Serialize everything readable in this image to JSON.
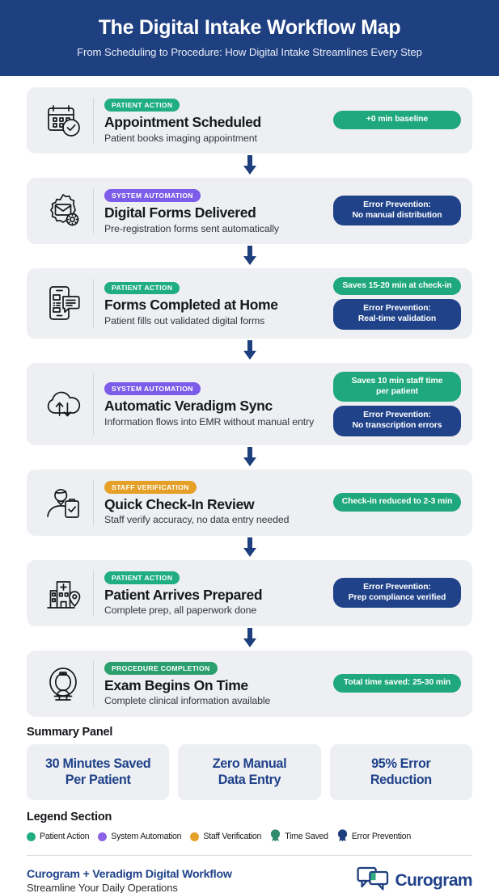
{
  "header": {
    "title": "The Digital Intake Workflow Map",
    "subtitle": "From Scheduling to Procedure: How Digital Intake Streamlines Every Step"
  },
  "colors": {
    "header_bg": "#1E3F80",
    "card_bg": "#EDEFF3",
    "patient_action": "#1FAD81",
    "system_automation": "#7C5CE8",
    "staff_verification": "#E5A028",
    "procedure_completion": "#2BA06E",
    "time_saved": "#1FA87C",
    "error_prevention": "#1F4289",
    "arrow": "#1E3F7D"
  },
  "steps": [
    {
      "icon": "calendar-check-icon",
      "category": "PATIENT ACTION",
      "category_color": "#1FAD81",
      "title": "Appointment Scheduled",
      "subtitle": "Patient books imaging appointment",
      "badges": [
        {
          "kind": "time",
          "text": "+0 min baseline"
        }
      ]
    },
    {
      "icon": "gear-envelope-icon",
      "category": "SYSTEM AUTOMATION",
      "category_color": "#7C5CE8",
      "title": "Digital Forms Delivered",
      "subtitle": "Pre-registration forms sent automatically",
      "badges": [
        {
          "kind": "error",
          "text": "Error Prevention:\nNo manual distribution"
        }
      ]
    },
    {
      "icon": "mobile-form-icon",
      "category": "PATIENT ACTION",
      "category_color": "#1FAD81",
      "title": "Forms Completed at Home",
      "subtitle": "Patient fills out validated digital forms",
      "badges": [
        {
          "kind": "time",
          "text": "Saves 15-20 min at check-in"
        },
        {
          "kind": "error",
          "text": "Error Prevention:\nReal-time validation"
        }
      ]
    },
    {
      "icon": "cloud-sync-icon",
      "category": "SYSTEM AUTOMATION",
      "category_color": "#7C5CE8",
      "title": "Automatic Veradigm Sync",
      "subtitle": "Information flows into EMR without manual entry",
      "badges": [
        {
          "kind": "time",
          "text": "Saves 10 min staff time\nper patient"
        },
        {
          "kind": "error",
          "text": "Error Prevention:\nNo transcription errors"
        }
      ]
    },
    {
      "icon": "staff-clipboard-icon",
      "category": "STAFF VERIFICATION",
      "category_color": "#E5A028",
      "title": "Quick Check-In Review",
      "subtitle": "Staff verify accuracy, no data entry needed",
      "badges": [
        {
          "kind": "time",
          "text": "Check-in reduced to 2-3 min"
        }
      ]
    },
    {
      "icon": "hospital-location-icon",
      "category": "PATIENT ACTION",
      "category_color": "#1FAD81",
      "title": "Patient Arrives Prepared",
      "subtitle": "Complete prep, all paperwork done",
      "badges": [
        {
          "kind": "error",
          "text": "Error Prevention:\nPrep compliance verified"
        }
      ]
    },
    {
      "icon": "mri-scanner-icon",
      "category": "PROCEDURE COMPLETION",
      "category_color": "#2BA06E",
      "title": "Exam Begins On Time",
      "subtitle": "Complete clinical information available",
      "badges": [
        {
          "kind": "time",
          "text": "Total time saved: 25-30 min"
        }
      ]
    }
  ],
  "summary": {
    "heading": "Summary Panel",
    "cards": [
      "30 Minutes Saved\nPer Patient",
      "Zero Manual\nData Entry",
      "95% Error\nReduction"
    ]
  },
  "legend": {
    "heading": "Legend Section",
    "items": [
      {
        "label": "Patient Action",
        "color": "#1FAD81",
        "shape": "circle"
      },
      {
        "label": "System Automation",
        "color": "#8B63E8",
        "shape": "circle"
      },
      {
        "label": "Staff Verification",
        "color": "#E5A028",
        "shape": "circle"
      },
      {
        "label": "Time Saved",
        "color": "#2E8B6B",
        "shape": "ribbon"
      },
      {
        "label": "Error Prevention",
        "color": "#1F3F7D",
        "shape": "ribbon"
      }
    ]
  },
  "footer": {
    "title": "Curogram + Veradigm Digital Workflow",
    "subtitle": "Streamline Your Daily Operations",
    "brand_name": "Curogram",
    "logo_icon": "speech-bubbles-icon"
  }
}
